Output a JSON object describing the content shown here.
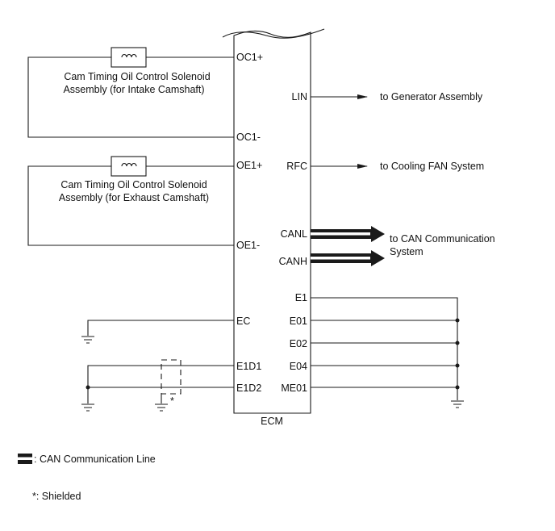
{
  "ecm": {
    "name": "ECM",
    "left_pins": [
      "OC1+",
      "OC1-",
      "OE1+",
      "OE1-",
      "EC",
      "E1D1",
      "E1D2"
    ],
    "right_pins": [
      "LIN",
      "RFC",
      "CANL",
      "CANH",
      "E1",
      "E01",
      "E02",
      "E04",
      "ME01"
    ]
  },
  "components": {
    "intake_solenoid": [
      "Cam Timing Oil Control Solenoid",
      "Assembly (for Intake Camshaft)"
    ],
    "exhaust_solenoid": [
      "Cam Timing Oil Control Solenoid",
      "Assembly (for Exhaust Camshaft)"
    ]
  },
  "destinations": {
    "lin": "to Generator Assembly",
    "rfc": "to Cooling FAN System",
    "can": [
      "to CAN Communication",
      "System"
    ]
  },
  "shield_mark": "*",
  "legend": {
    "can_line": ": CAN Communication Line",
    "shielded": "*: Shielded"
  }
}
